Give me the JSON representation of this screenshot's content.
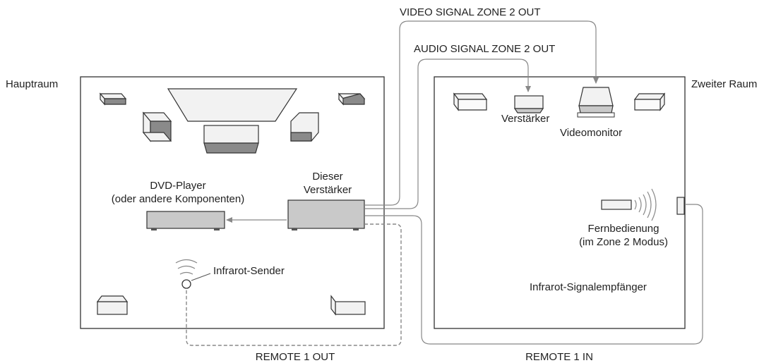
{
  "rooms": {
    "main": "Hauptraum",
    "second": "Zweiter Raum"
  },
  "devices": {
    "dvd_line1": "DVD-Player",
    "dvd_line2": "(oder andere Komponenten)",
    "amp_line1": "Dieser",
    "amp_line2": "Verstärker",
    "ir_emitter": "Infrarot-Sender",
    "zone2_amp": "Verstärker",
    "video_monitor": "Videomonitor",
    "remote_line1": "Fernbedienung",
    "remote_line2": "(im Zone 2 Modus)",
    "ir_receiver": "Infrarot-Signalempfänger"
  },
  "signals": {
    "video_out": "VIDEO SIGNAL ZONE 2 OUT",
    "audio_out": "AUDIO SIGNAL ZONE 2 OUT",
    "remote_out": "REMOTE 1 OUT",
    "remote_in": "REMOTE 1 IN"
  }
}
